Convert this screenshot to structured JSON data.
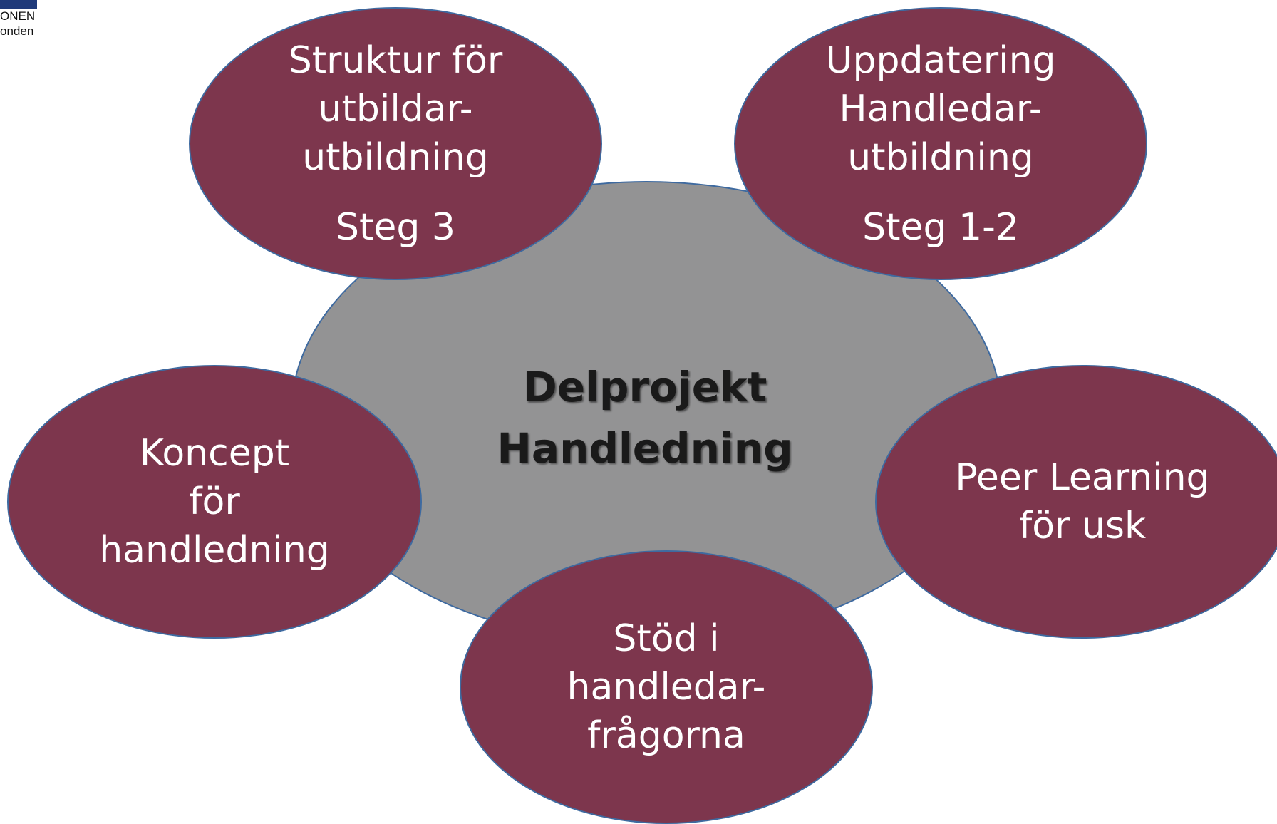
{
  "logo": {
    "line1": "ONEN",
    "line2": "onden"
  },
  "center": {
    "line1": "Delprojekt",
    "line2": "Handledning"
  },
  "petals": {
    "top_left": {
      "line1": "Struktur för",
      "line2": "utbildar-",
      "line3": "utbildning",
      "step": "Steg 3"
    },
    "top_right": {
      "line1": "Uppdatering",
      "line2": "Handledar-",
      "line3": "utbildning",
      "step": "Steg 1-2"
    },
    "left": {
      "line1": "Koncept",
      "line2": "för",
      "line3": "handledning"
    },
    "right": {
      "line1": "Peer Learning",
      "line2": "för usk"
    },
    "bottom": {
      "line1": "Stöd i",
      "line2": "handledar-",
      "line3": "frågorna"
    }
  },
  "colors": {
    "center_fill": "#939394",
    "petal_fill": "#7d364d",
    "outline": "#3e6aa0",
    "logo_bar": "#1f3a7a"
  }
}
